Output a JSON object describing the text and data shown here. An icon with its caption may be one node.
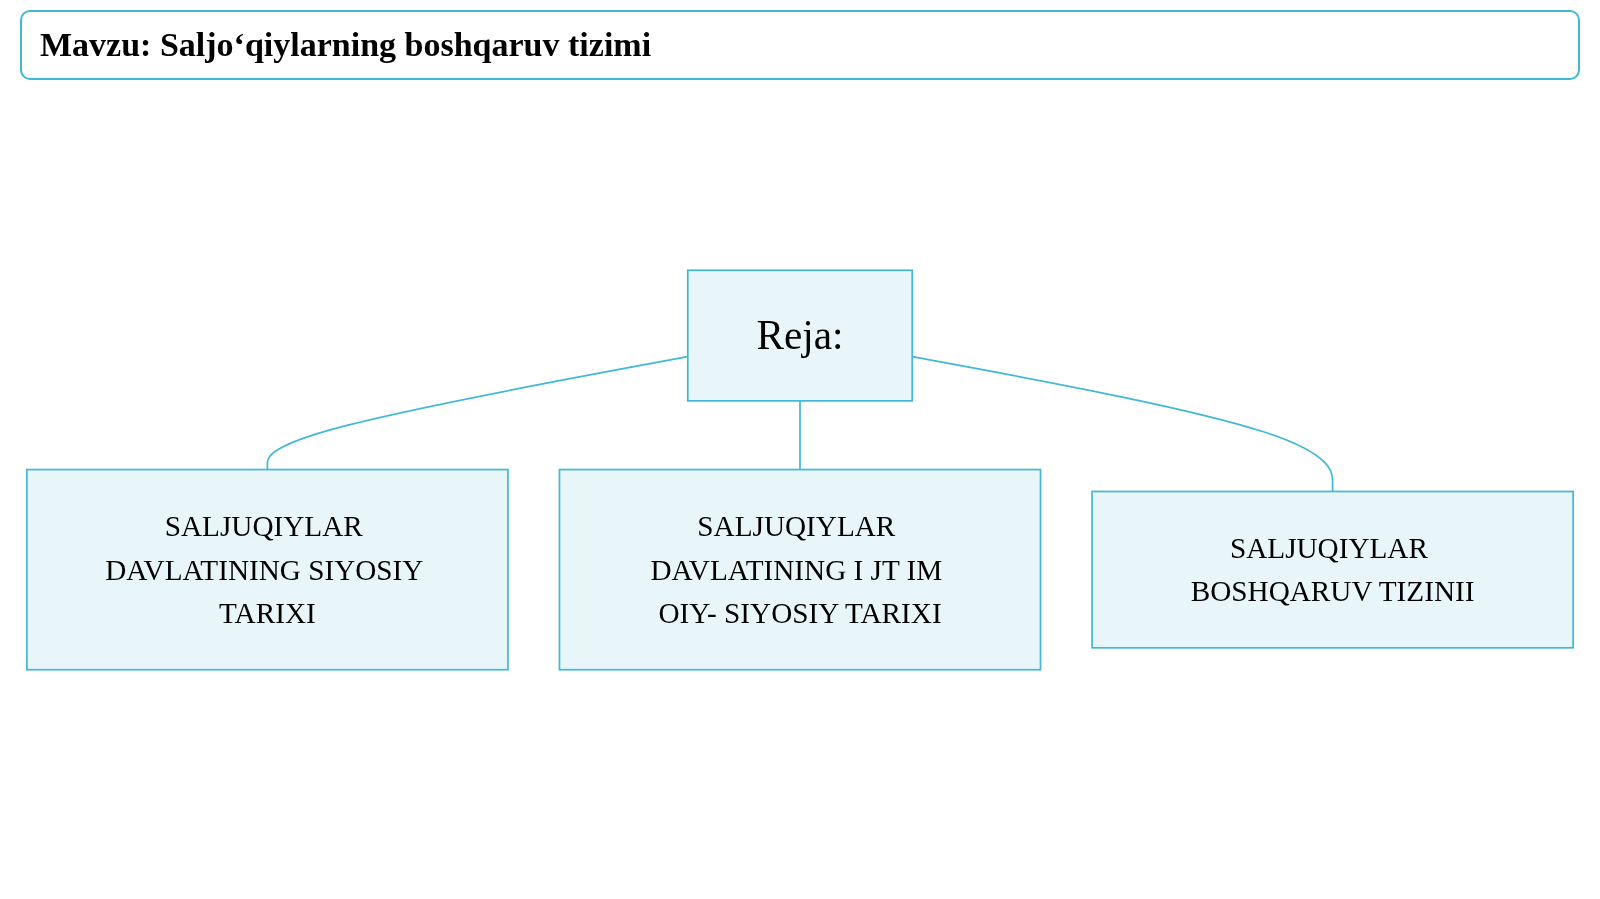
{
  "diagram": {
    "title": "Mavzu: Saljo‘qiylarning boshqaruv tizimi",
    "nodes": [
      {
        "text": [
          "Reja:"
        ]
      },
      {
        "text": [
          "SALJUQIYLAR DAVLATINING SIYOSIY TARIXI"
        ]
      },
      {
        "text": [
          "SALJUQIYLAR DAVLATINING I JT IM OIY- SIYOSIY TARIXI"
        ]
      },
      {
        "text": [
          "SALJUQIYLAR BOSHQARUV TIZINII"
        ]
      }
    ],
    "edges": [
      {
        "from": 0,
        "to": 1,
        "arrow": "none"
      },
      {
        "from": 0,
        "to": 2,
        "arrow": "none"
      },
      {
        "from": 0,
        "to": 3,
        "arrow": "none"
      }
    ]
  }
}
